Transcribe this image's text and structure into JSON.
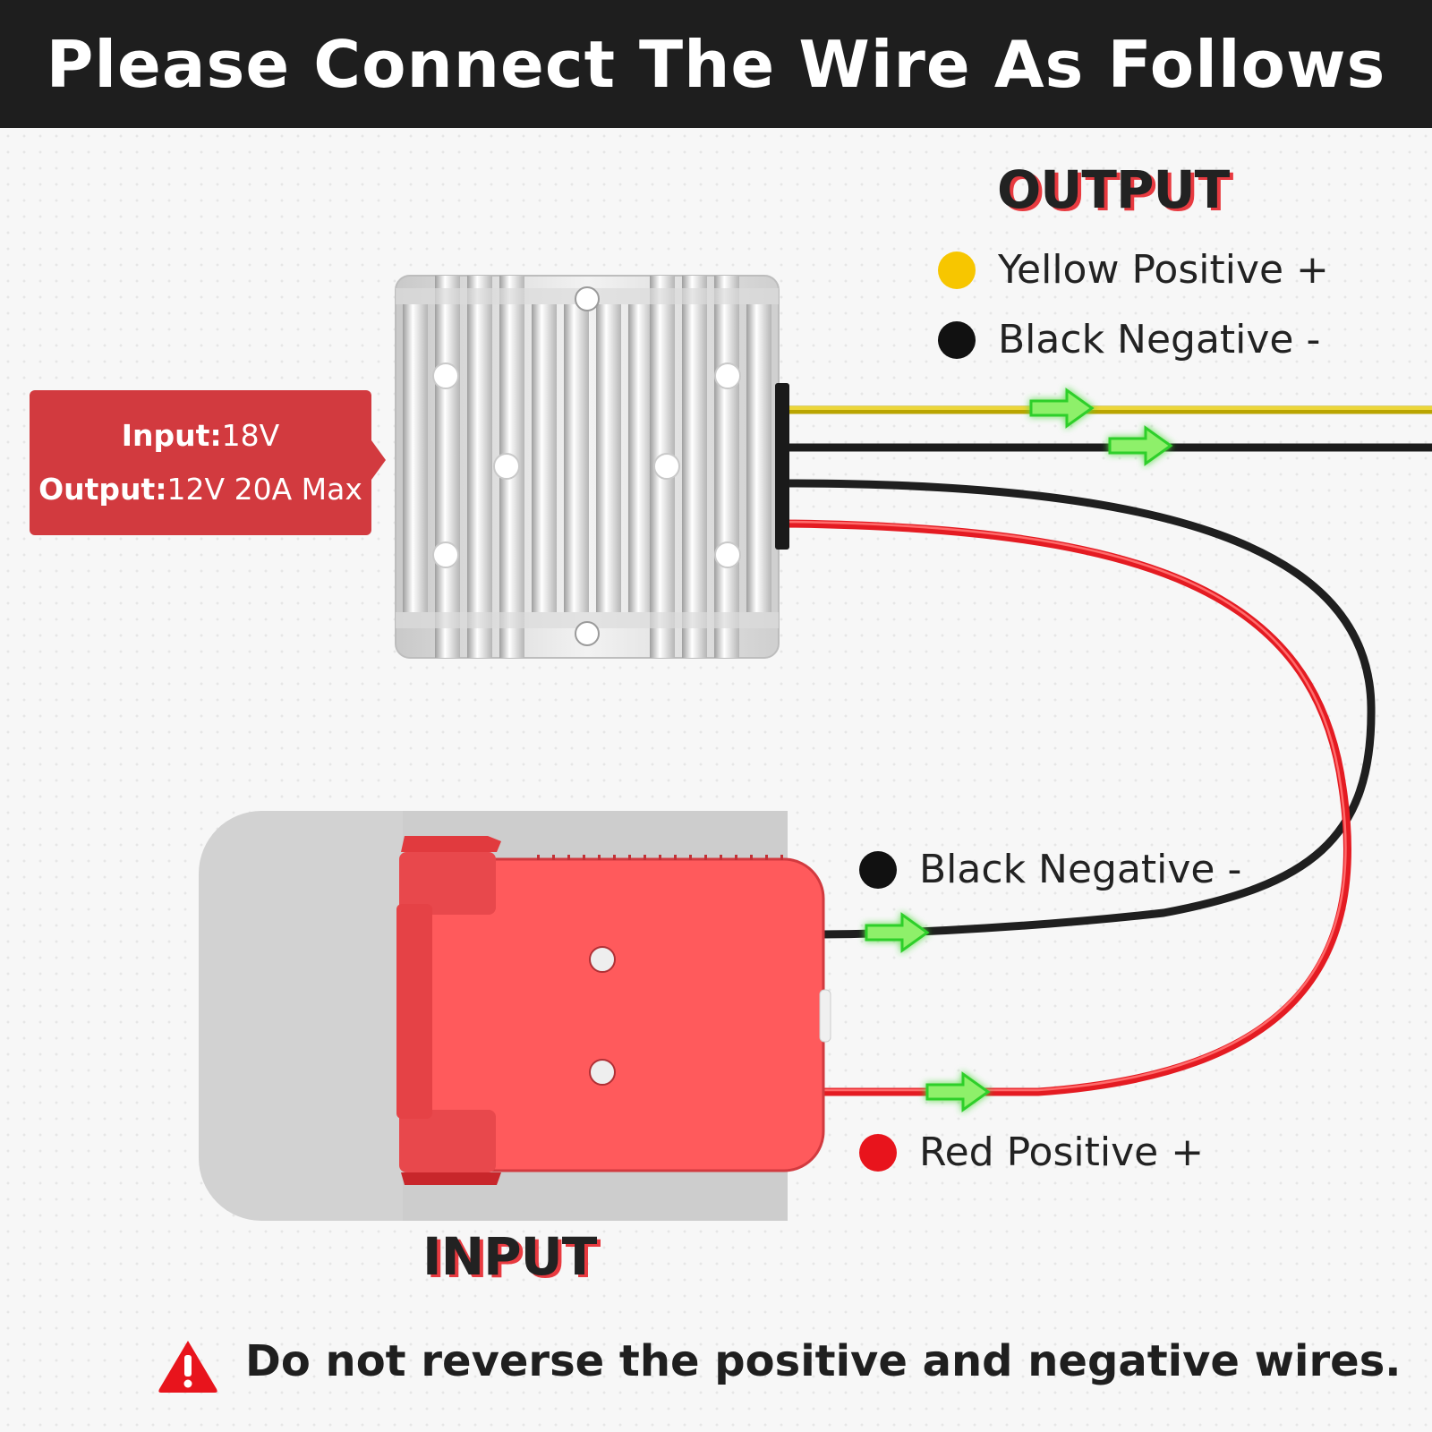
{
  "header": {
    "title": "Please Connect The Wire As Follows"
  },
  "output": {
    "heading": "OUTPUT",
    "wires": [
      {
        "label": "Yellow Positive +",
        "color": "#f7c600"
      },
      {
        "label": "Black Negative -",
        "color": "#111111"
      }
    ]
  },
  "input": {
    "heading": "INPUT",
    "wires": [
      {
        "label": "Black Negative -",
        "color": "#111111"
      },
      {
        "label": "Red Positive +",
        "color": "#e8141c"
      }
    ]
  },
  "specs": {
    "input_key": "Input:",
    "input_value": "18V",
    "output_key": "Output:",
    "output_value": "12V 20A Max"
  },
  "warning": {
    "text": "Do not reverse the positive and negative wires."
  },
  "colors": {
    "header_bg": "#1e1e1e",
    "accent_red": "#d23a3f",
    "arrow_green": "#39d92f",
    "connector_red": "#ff5a5c"
  },
  "icons": [
    "arrow-right-icon",
    "warning-icon"
  ]
}
